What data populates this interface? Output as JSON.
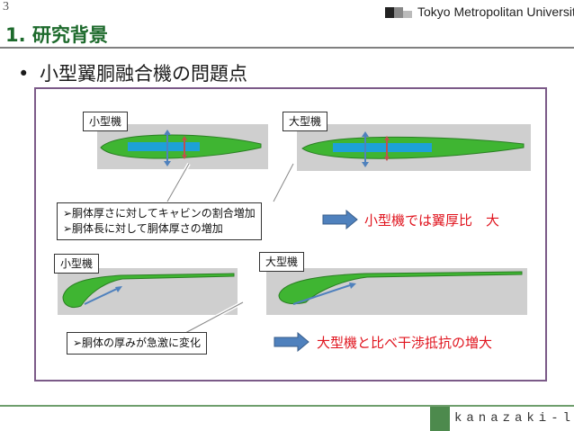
{
  "slide": {
    "page_number": "3",
    "institution": "Tokyo Metropolitan University",
    "section_title": "1. 研究背景",
    "bullet": "小型翼胴融合機の問題点",
    "footer": "kanazaki-lab"
  },
  "top_diagram": {
    "small_label": "小型機",
    "large_label": "大型機",
    "notes": [
      "➢胴体厚さに対してキャビンの割合増加",
      "➢胴体長に対して胴体厚さの増加"
    ],
    "result": "小型機では翼厚比　大"
  },
  "bottom_diagram": {
    "small_label": "小型機",
    "large_label": "大型機",
    "note": "➢胴体の厚みが急激に変化",
    "result": "大型機と比べ干渉抵抗の増大"
  },
  "colors": {
    "title": "#1d6a2c",
    "frame": "#7b5a88",
    "result": "#e0141e",
    "arrow": "#4f81bd",
    "fuselage": "#3fb532",
    "cabin": "#1da1d8"
  }
}
